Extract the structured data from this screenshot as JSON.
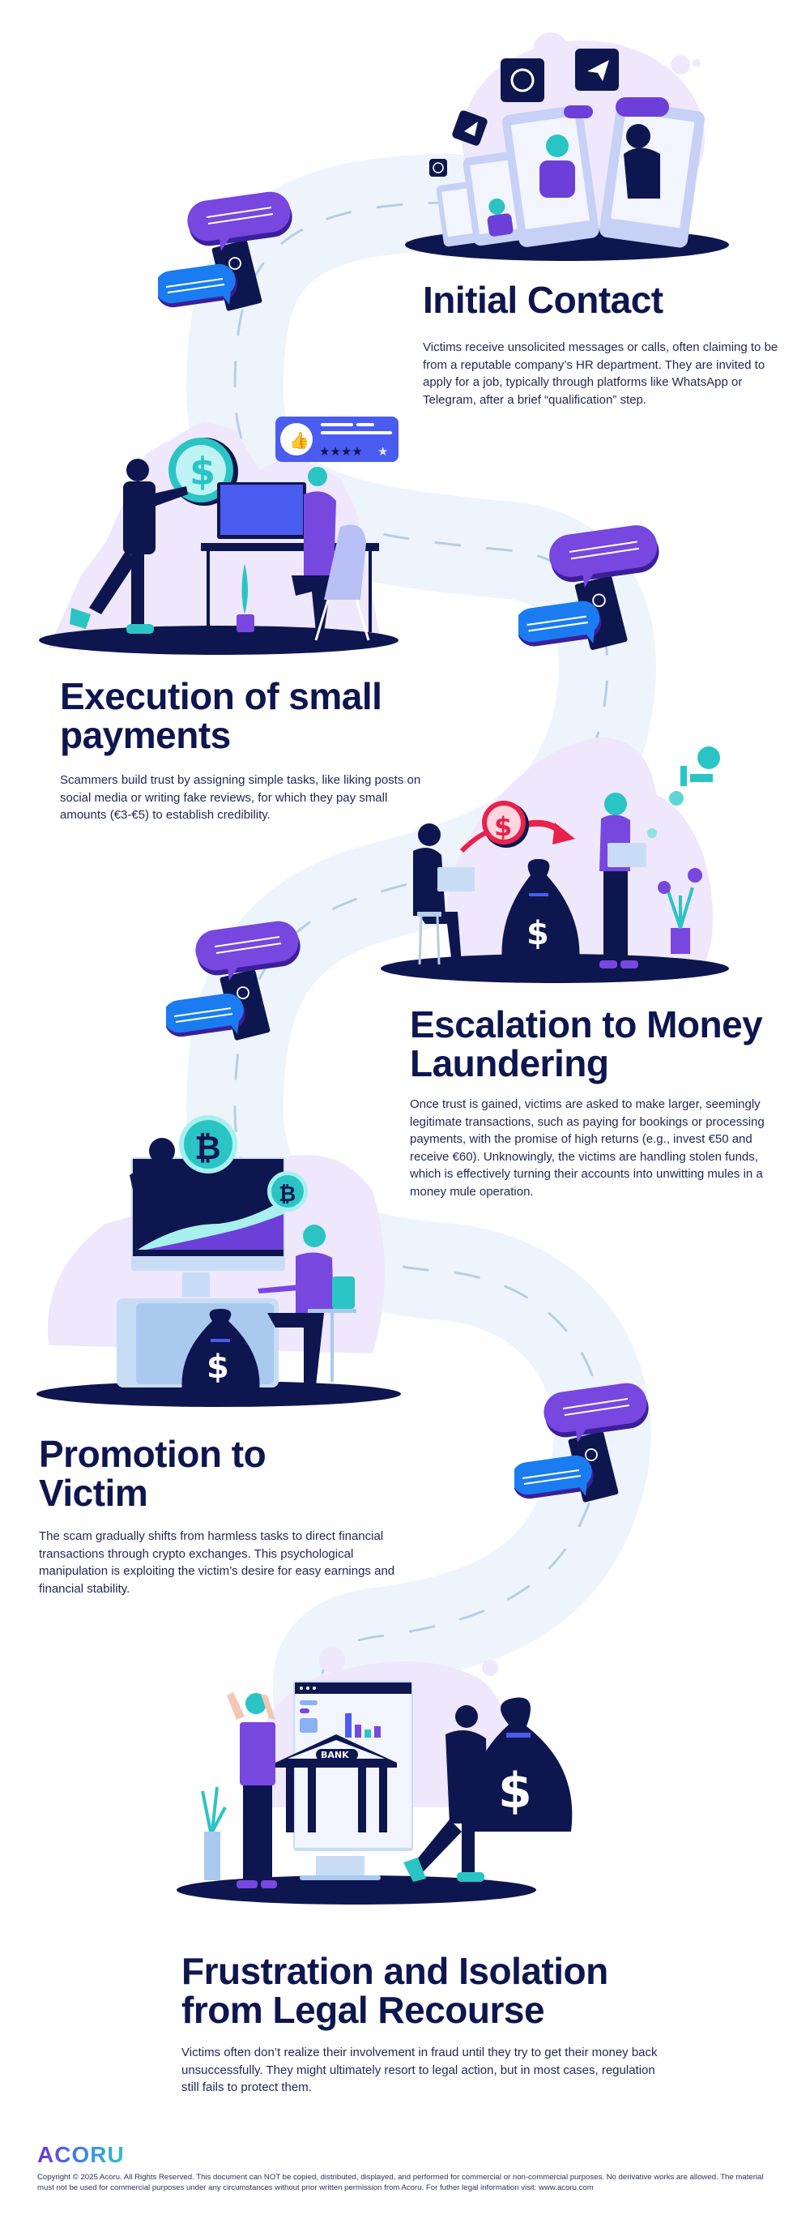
{
  "colors": {
    "navy": "#0e1650",
    "purple": "#6c3fd8",
    "blue": "#1a73e8",
    "teal": "#2bc4c4",
    "lavender_bg": "#efe7fb",
    "road": "#eef4fb",
    "road_dash": "#b9cde3",
    "red": "#e8224a"
  },
  "steps": [
    {
      "title": "Initial Contact",
      "description": "Victims receive unsolicited messages or calls, often claiming to be from a reputable company’s HR department. They are invited to apply for a job, typically through platforms like WhatsApp or Telegram, after a brief “qualification” step.",
      "illustration": "phones-whatsapp-telegram-scammer"
    },
    {
      "title": "Execution of small payments",
      "description": "Scammers build trust by assigning simple tasks, like liking posts on social media or writing fake reviews, for which they pay small amounts (€3-€5) to establish credibility.",
      "illustration": "scammer-coin-review-desk",
      "review_stars": "4 of 5"
    },
    {
      "title": "Escalation to Money Laundering",
      "description": "Once trust is gained, victims are asked to make larger, seemingly legitimate transactions, such as paying for bookings or processing payments, with the promise of high returns (e.g., invest €50 and receive €60). Unknowingly, the victims are handling stolen funds, which is effectively turning their accounts into unwitting mules in a money mule operation.",
      "illustration": "money-transfer-laptop-bag"
    },
    {
      "title": "Promotion to Victim",
      "description": "The scam gradually shifts from harmless tasks to direct financial transactions through crypto exchanges. This psychological manipulation is exploiting the victim’s desire for easy earnings and financial stability.",
      "illustration": "crypto-monitor-bitcoin"
    },
    {
      "title": "Frustration and Isolation from Legal Recourse",
      "description": "Victims often don’t realize their involvement in fraud until they try to get their money back unsuccessfully. They might ultimately resort to legal action, but in most cases, regulation still fails to protect them.",
      "illustration": "bank-scammer-money-bag",
      "bank_label": "BANK"
    }
  ],
  "footer": {
    "logo": "ACORU",
    "copyright": "Copyright © 2025 Acoru. All Rights Reserved. This document can NOT be copied, distributed, displayed, and performed for commercial or non-commercial purposes. No derivative works are allowed. The material must not be used for commercial purposes under any circumstances without prior written permission from Acoru. For futher legal information visit:  www.acoru.com"
  }
}
